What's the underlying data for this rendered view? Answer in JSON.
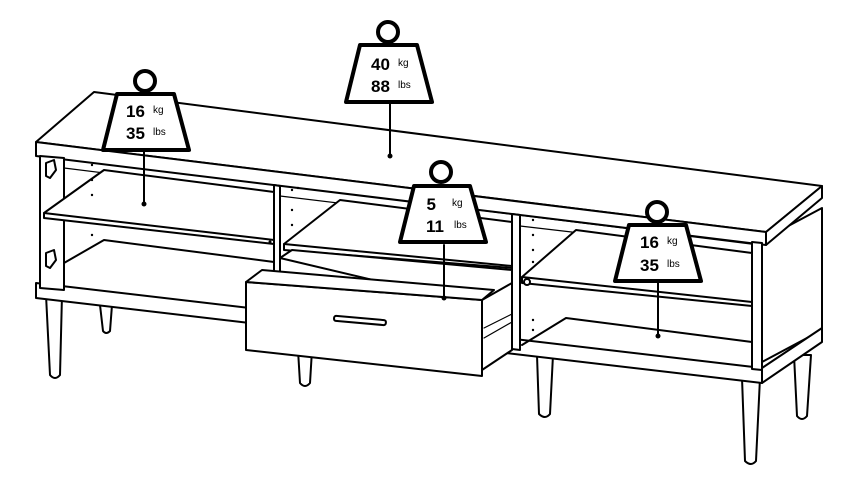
{
  "weights": [
    {
      "id": "top",
      "value_kg": "40",
      "unit_kg": "kg",
      "value_lbs": "88",
      "unit_lbs": "lbs"
    },
    {
      "id": "left-shelf",
      "value_kg": "16",
      "unit_kg": "kg",
      "value_lbs": "35",
      "unit_lbs": "lbs"
    },
    {
      "id": "drawer",
      "value_kg": "5",
      "unit_kg": "kg",
      "value_lbs": "11",
      "unit_lbs": "lbs"
    },
    {
      "id": "right-shelf",
      "value_kg": "16",
      "unit_kg": "kg",
      "value_lbs": "35",
      "unit_lbs": "lbs"
    }
  ]
}
